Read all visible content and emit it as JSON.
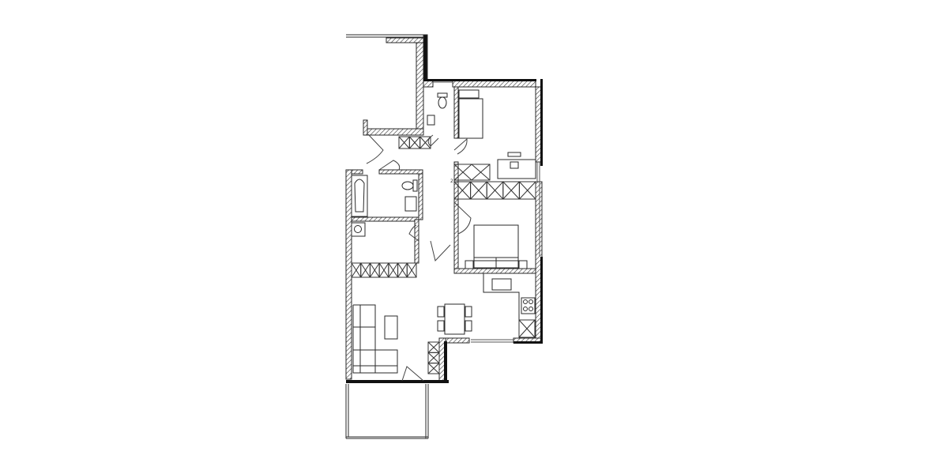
{
  "plan": {
    "marker_label": "2",
    "colors": {
      "line": "#2a2a2a",
      "wall_solid": "#111111",
      "background": "#ffffff"
    },
    "rooms": [
      "terrace",
      "wc",
      "bedroom-1",
      "bathroom",
      "utility",
      "hallway",
      "bedroom-2",
      "living-kitchen",
      "balcony"
    ]
  }
}
